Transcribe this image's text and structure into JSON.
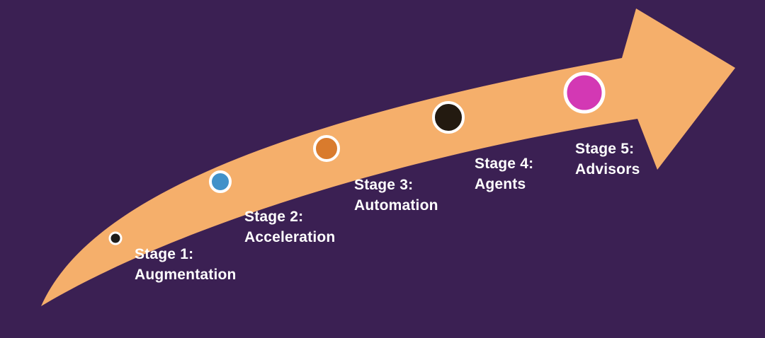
{
  "background": {
    "color": "#3b2053"
  },
  "arrow": {
    "description": "curved growth arrow pointing up-right",
    "color": "#f5af6b"
  },
  "stages": [
    {
      "stage": "Stage 1:",
      "name": "Augmentation",
      "dot_color": "#1d1c1a",
      "ring_color": "#ffffff"
    },
    {
      "stage": "Stage 2:",
      "name": "Acceleration",
      "dot_color": "#4191c9",
      "ring_color": "#ffffff"
    },
    {
      "stage": "Stage 3:",
      "name": "Automation",
      "dot_color": "#d97b2d",
      "ring_color": "#ffffff"
    },
    {
      "stage": "Stage 4:",
      "name": "Agents",
      "dot_color": "#231a10",
      "ring_color": "#ffffff"
    },
    {
      "stage": "Stage 5:",
      "name": "Advisors",
      "dot_color": "#d338b4",
      "ring_color": "#ffffff"
    }
  ]
}
